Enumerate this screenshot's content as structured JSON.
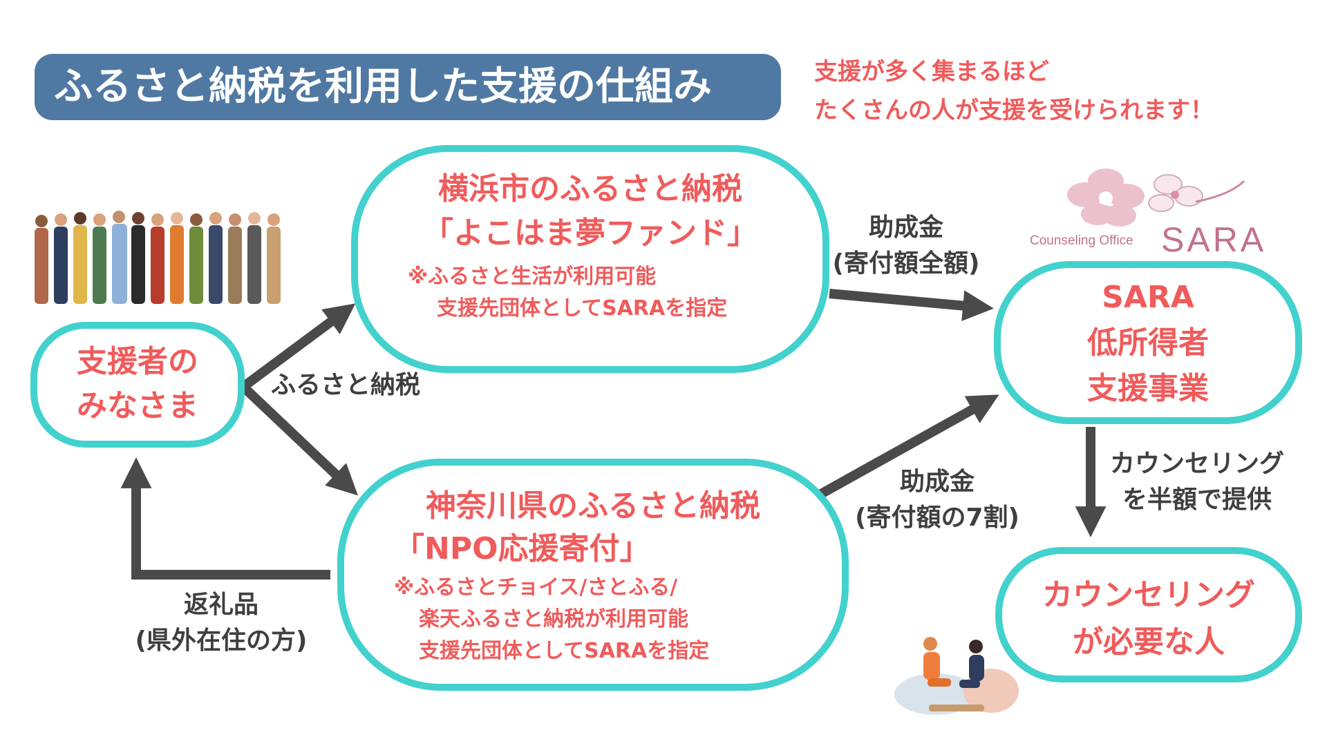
{
  "title": "ふるさと納税を利用した支援の仕組み",
  "note": {
    "line1": "支援が多く集まるほど",
    "line2": "たくさんの人が支援を受けられます！"
  },
  "nodes": {
    "supporters": {
      "line1": "支援者の",
      "line2": "みなさま"
    },
    "yokohama": {
      "title1": "横浜市のふるさと納税",
      "title2": "「よこはま夢ファンド」",
      "note1": "※ふるさと生活が利用可能",
      "note2": "支援先団体としてSARAを指定"
    },
    "kanagawa": {
      "title1": "神奈川県のふるさと納税",
      "title2": "「NPO応援寄付」",
      "note1": "※ふるさとチョイス/さとふる/",
      "note2": "楽天ふるさと納税が利用可能",
      "note3": "支援先団体としてSARAを指定"
    },
    "sara": {
      "line1": "SARA",
      "line2": "低所得者",
      "line3": "支援事業"
    },
    "people": {
      "line1": "カウンセリング",
      "line2": "が必要な人"
    }
  },
  "edge_labels": {
    "furusato": "ふるさと納税",
    "grant1": "助成金",
    "grant1_detail": "(寄付額全額)",
    "grant2": "助成金",
    "grant2_detail": "(寄付額の7割)",
    "counseling1": "カウンセリング",
    "counseling2": "を半額で提供",
    "gift": "返礼品",
    "gift_detail": "(県外在住の方)"
  },
  "logo": {
    "small": "Counseling Office",
    "big": "SARA"
  },
  "colors": {
    "banner": "#4f79a3",
    "accent_text": "#f05b5b",
    "node_border": "#43d1cd",
    "arrow": "#4a4a4a",
    "logo_text": "#c0728a"
  }
}
